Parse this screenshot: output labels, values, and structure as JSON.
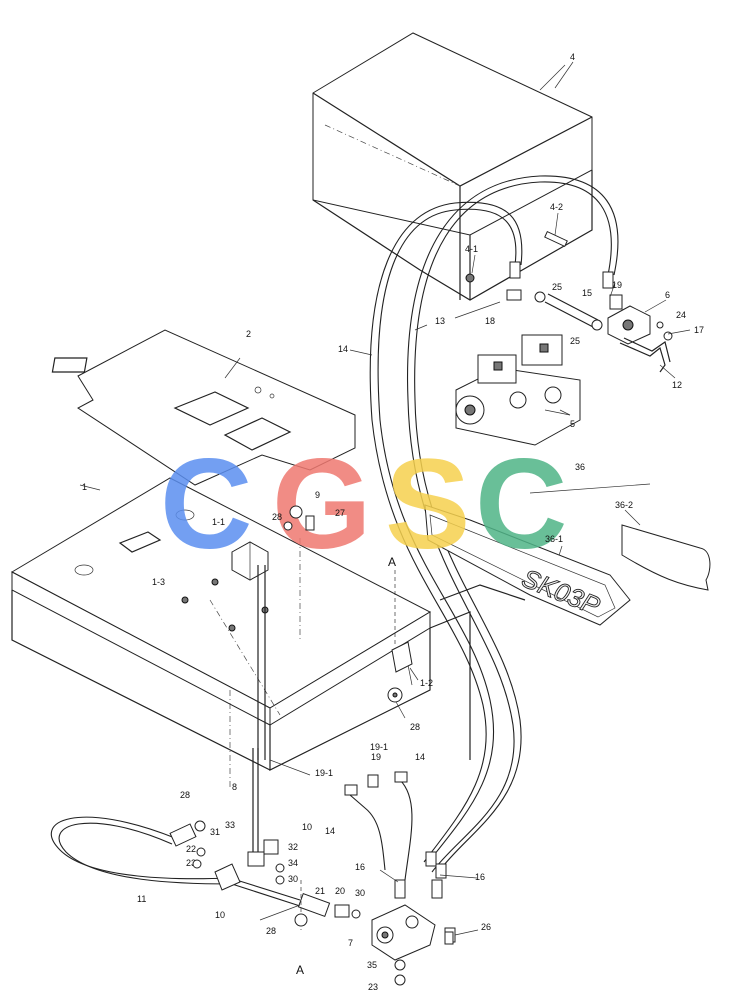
{
  "watermark": {
    "letters": [
      {
        "char": "C",
        "color": "#5b8ff0"
      },
      {
        "char": "G",
        "color": "#ef7870"
      },
      {
        "char": "S",
        "color": "#f6d14e"
      },
      {
        "char": "C",
        "color": "#4fb487"
      }
    ]
  },
  "decal_text": "SK03P",
  "callouts": {
    "c4": "4",
    "c4_2": "4-2",
    "c4_1": "4-1",
    "c19a": "19",
    "c6": "6",
    "c25a": "25",
    "c15": "15",
    "c24": "24",
    "c17": "17",
    "c18": "18",
    "c13": "13",
    "c14a": "14",
    "c25b": "25",
    "c12": "12",
    "c5": "5",
    "c2": "2",
    "c36": "36",
    "c36_2": "36-2",
    "c36_1": "36-1",
    "c1": "1",
    "c1_1": "1-1",
    "c9": "9",
    "c28a": "28",
    "c27": "27",
    "c1_3": "1-3",
    "cA_top": "A",
    "c1_2": "1-2",
    "c28b": "28",
    "c19_1a": "19-1",
    "c19b": "19",
    "c14b": "14",
    "c19_1b": "19-1",
    "c8": "8",
    "c28c": "28",
    "c14c": "14",
    "c31": "31",
    "c33a": "33",
    "c22": "22",
    "c10a": "10",
    "c32": "32",
    "c23a": "23",
    "c34": "34",
    "c30a": "30",
    "c16a": "16",
    "c16b": "16",
    "c11": "11",
    "c10b": "10",
    "c21": "21",
    "c20": "20",
    "c30b": "30",
    "c28d": "28",
    "c26": "26",
    "c7": "7",
    "cA_bot": "A",
    "c35": "35",
    "c23b": "23"
  }
}
